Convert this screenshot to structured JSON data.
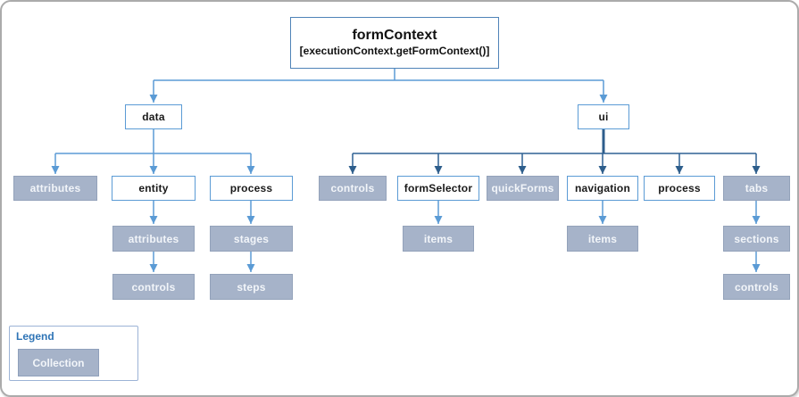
{
  "diagram": {
    "root": {
      "title": "formContext",
      "subtitle": "[executionContext.getFormContext()]"
    },
    "level1": {
      "data": "data",
      "ui": "ui"
    },
    "data_children": {
      "attributes": "attributes",
      "entity": "entity",
      "process": "process"
    },
    "entity_children": {
      "attributes": "attributes",
      "controls": "controls"
    },
    "process_children": {
      "stages": "stages",
      "steps": "steps"
    },
    "ui_children": {
      "controls": "controls",
      "form_selector": "formSelector",
      "quick_forms": "quickForms",
      "navigation": "navigation",
      "process": "process",
      "tabs": "tabs"
    },
    "form_selector_children": {
      "items": "items"
    },
    "navigation_children": {
      "items": "items"
    },
    "tabs_children": {
      "sections": "sections",
      "controls": "controls"
    }
  },
  "legend": {
    "title": "Legend",
    "collection_label": "Collection"
  },
  "colors": {
    "object_border": "#5b9bd5",
    "collection_fill": "#a6b3c9",
    "connector_light": "#5b9bd5",
    "connector_dark": "#2e6093",
    "outer_border": "#ababab",
    "legend_title": "#2e74b6"
  }
}
